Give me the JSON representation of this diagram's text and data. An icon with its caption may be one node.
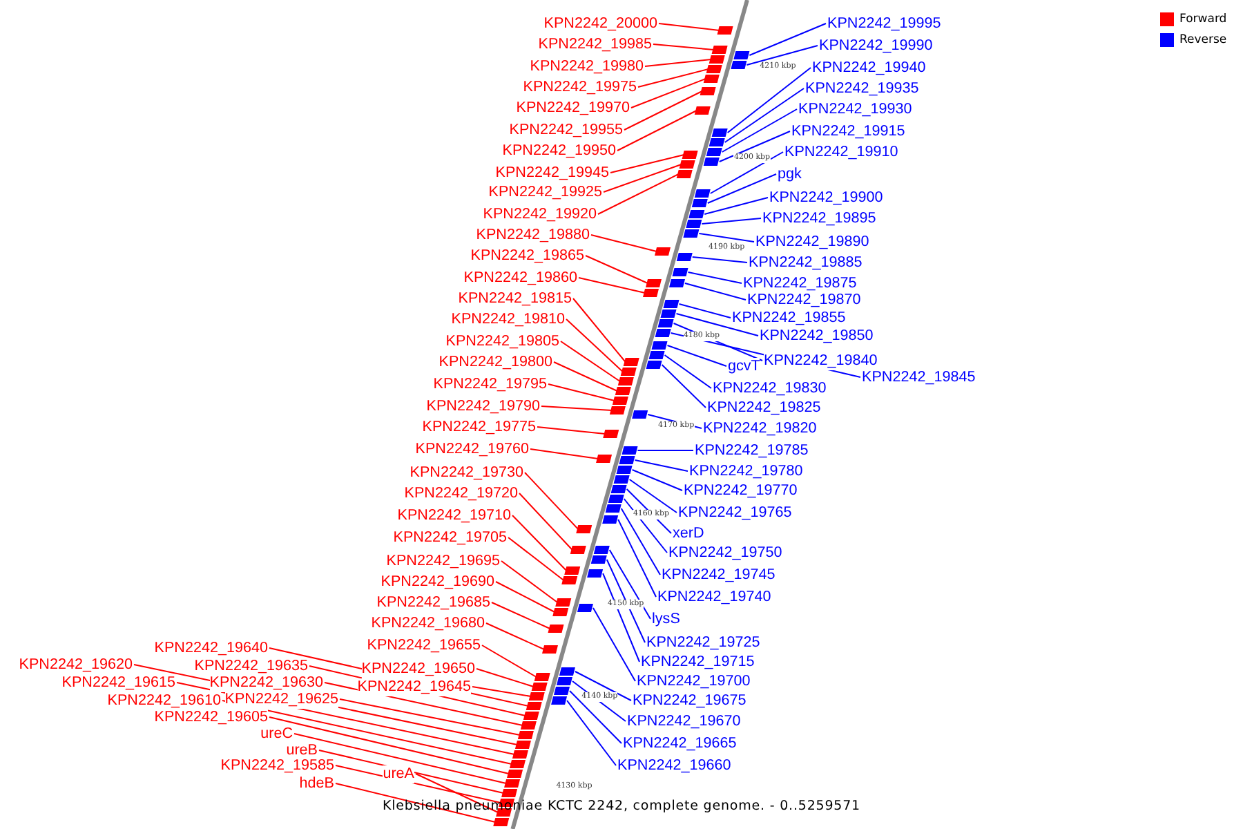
{
  "diagram": {
    "caption": "Klebsiella pneumoniae KCTC 2242, complete genome. - 0..5259571",
    "nodes": [
      {
        "text": [
          "KPN2242_20000"
        ]
      },
      {
        "text": [
          "KPN2242_19985"
        ]
      },
      {
        "text": [
          "KPN2242_19980"
        ]
      },
      {
        "text": [
          "KPN2242_19975"
        ]
      },
      {
        "text": [
          "KPN2242_19970"
        ]
      },
      {
        "text": [
          "KPN2242_19955"
        ]
      },
      {
        "text": [
          "KPN2242_19950"
        ]
      },
      {
        "text": [
          "KPN2242_19945"
        ]
      },
      {
        "text": [
          "KPN2242_19925"
        ]
      },
      {
        "text": [
          "KPN2242_19920"
        ]
      },
      {
        "text": [
          "KPN2242_19880"
        ]
      },
      {
        "text": [
          "KPN2242_19865"
        ]
      },
      {
        "text": [
          "KPN2242_19860"
        ]
      },
      {
        "text": [
          "KPN2242_19815"
        ]
      },
      {
        "text": [
          "KPN2242_19810"
        ]
      },
      {
        "text": [
          "KPN2242_19805"
        ]
      },
      {
        "text": [
          "KPN2242_19800"
        ]
      },
      {
        "text": [
          "KPN2242_19795"
        ]
      },
      {
        "text": [
          "KPN2242_19790"
        ]
      },
      {
        "text": [
          "KPN2242_19775"
        ]
      },
      {
        "text": [
          "KPN2242_19760"
        ]
      },
      {
        "text": [
          "KPN2242_19730"
        ]
      },
      {
        "text": [
          "KPN2242_19720"
        ]
      },
      {
        "text": [
          "KPN2242_19710"
        ]
      },
      {
        "text": [
          "KPN2242_19705"
        ]
      },
      {
        "text": [
          "KPN2242_19695"
        ]
      },
      {
        "text": [
          "KPN2242_19690"
        ]
      },
      {
        "text": [
          "KPN2242_19685"
        ]
      },
      {
        "text": [
          "KPN2242_19680"
        ]
      },
      {
        "text": [
          "KPN2242_19655"
        ]
      },
      {
        "text": [
          "KPN2242_19650"
        ]
      },
      {
        "text": [
          "KPN2242_19645"
        ]
      },
      {
        "text": [
          "KPN2242_19640"
        ]
      },
      {
        "text": [
          "KPN2242_19635"
        ]
      },
      {
        "text": [
          "KPN2242_19630"
        ]
      },
      {
        "text": [
          "KPN2242_19625"
        ]
      },
      {
        "text": [
          "KPN2242_19620"
        ]
      },
      {
        "text": [
          "KPN2242_19615"
        ]
      },
      {
        "text": [
          "KPN2242_19610"
        ]
      },
      {
        "text": [
          "KPN2242_19605"
        ]
      },
      {
        "text": [
          "ureC"
        ]
      },
      {
        "text": [
          "ureB"
        ]
      },
      {
        "text": [
          "KPN2242_19585"
        ]
      },
      {
        "text": [
          "ureA"
        ]
      },
      {
        "text": [
          "hdeB"
        ]
      },
      {
        "text": [
          "KPN2242_19995"
        ]
      },
      {
        "text": [
          "KPN2242_19990"
        ]
      },
      {
        "text": [
          "KPN2242_19940"
        ]
      },
      {
        "text": [
          "KPN2242_19935"
        ]
      },
      {
        "text": [
          "KPN2242_19930"
        ]
      },
      {
        "text": [
          "KPN2242_19915"
        ]
      },
      {
        "text": [
          "KPN2242_19910"
        ]
      },
      {
        "text": [
          "pgk"
        ]
      },
      {
        "text": [
          "KPN2242_19900"
        ]
      },
      {
        "text": [
          "KPN2242_19895"
        ]
      },
      {
        "text": [
          "KPN2242_19890"
        ]
      },
      {
        "text": [
          "KPN2242_19885"
        ]
      },
      {
        "text": [
          "KPN2242_19875"
        ]
      },
      {
        "text": [
          "KPN2242_19870"
        ]
      },
      {
        "text": [
          "KPN2242_19855"
        ]
      },
      {
        "text": [
          "KPN2242_19850"
        ]
      },
      {
        "text": [
          "KPN2242_19840"
        ]
      },
      {
        "text": [
          "KPN2242_19845"
        ]
      },
      {
        "text": [
          "gcvT"
        ]
      },
      {
        "text": [
          "KPN2242_19830"
        ]
      },
      {
        "text": [
          "KPN2242_19825"
        ]
      },
      {
        "text": [
          "KPN2242_19820"
        ]
      },
      {
        "text": [
          "KPN2242_19785"
        ]
      },
      {
        "text": [
          "KPN2242_19780"
        ]
      },
      {
        "text": [
          "KPN2242_19770"
        ]
      },
      {
        "text": [
          "KPN2242_19765"
        ]
      },
      {
        "text": [
          "xerD"
        ]
      },
      {
        "text": [
          "KPN2242_19750"
        ]
      },
      {
        "text": [
          "KPN2242_19745"
        ]
      },
      {
        "text": [
          "KPN2242_19740"
        ]
      },
      {
        "text": [
          "lysS"
        ]
      },
      {
        "text": [
          "KPN2242_19725"
        ]
      },
      {
        "text": [
          "KPN2242_19715"
        ]
      },
      {
        "text": [
          "KPN2242_19700"
        ]
      },
      {
        "text": [
          "KPN2242_19675"
        ]
      },
      {
        "text": [
          "KPN2242_19670"
        ]
      },
      {
        "text": [
          "KPN2242_19665"
        ]
      },
      {
        "text": [
          "KPN2242_19660"
        ]
      },
      {
        "text": [],
        "shape": "box"
      },
      {
        "text": [],
        "shape": "box"
      },
      {
        "text": [],
        "shape": "box"
      },
      {
        "text": [],
        "shape": "box"
      },
      {
        "text": [],
        "shape": "box"
      },
      {
        "text": [],
        "shape": "box"
      },
      {
        "text": [],
        "shape": "box"
      },
      {
        "text": [],
        "shape": "box"
      },
      {
        "text": [],
        "shape": "box"
      },
      {
        "text": [],
        "shape": "box"
      },
      {
        "text": [],
        "shape": "box"
      },
      {
        "text": [],
        "shape": "box"
      },
      {
        "text": [],
        "shape": "box"
      },
      {
        "text": [],
        "shape": "box"
      },
      {
        "text": [],
        "shape": "box"
      },
      {
        "text": [],
        "shape": "box"
      },
      {
        "text": [],
        "shape": "box"
      },
      {
        "text": [],
        "shape": "box"
      },
      {
        "text": [],
        "shape": "box"
      },
      {
        "text": [],
        "shape": "box"
      },
      {
        "text": [],
        "shape": "box"
      },
      {
        "text": [],
        "shape": "box"
      },
      {
        "text": [],
        "shape": "box"
      },
      {
        "text": [],
        "shape": "box"
      },
      {
        "text": [],
        "shape": "box"
      },
      {
        "text": [],
        "shape": "box"
      },
      {
        "text": [],
        "shape": "box"
      },
      {
        "text": [],
        "shape": "box"
      },
      {
        "text": [],
        "shape": "box"
      },
      {
        "text": [],
        "shape": "box"
      },
      {
        "text": [],
        "shape": "box"
      },
      {
        "text": [],
        "shape": "box"
      },
      {
        "text": [],
        "shape": "box"
      },
      {
        "text": [],
        "shape": "box"
      },
      {
        "text": [],
        "shape": "box"
      },
      {
        "text": [],
        "shape": "box"
      },
      {
        "text": [],
        "shape": "box"
      },
      {
        "text": [],
        "shape": "box"
      },
      {
        "text": [],
        "shape": "box"
      },
      {
        "text": [],
        "shape": "box"
      },
      {
        "text": [],
        "shape": "box"
      },
      {
        "text": [],
        "shape": "box"
      },
      {
        "text": [],
        "shape": "box"
      },
      {
        "text": [],
        "shape": "box"
      },
      {
        "text": [],
        "shape": "box"
      },
      {
        "text": [],
        "shape": "box"
      },
      {
        "text": [],
        "shape": "box"
      },
      {
        "text": [],
        "shape": "box"
      },
      {
        "text": [],
        "shape": "box"
      },
      {
        "text": [],
        "shape": "box"
      },
      {
        "text": [],
        "shape": "box"
      },
      {
        "text": [],
        "shape": "box"
      },
      {
        "text": [],
        "shape": "box"
      },
      {
        "text": [],
        "shape": "box"
      },
      {
        "text": [],
        "shape": "box"
      },
      {
        "text": [],
        "shape": "box"
      },
      {
        "text": [],
        "shape": "box"
      },
      {
        "text": [],
        "shape": "box"
      },
      {
        "text": [],
        "shape": "box"
      },
      {
        "text": [],
        "shape": "box"
      },
      {
        "text": [],
        "shape": "box"
      },
      {
        "text": [],
        "shape": "box"
      },
      {
        "text": [],
        "shape": "box"
      },
      {
        "text": [],
        "shape": "box"
      },
      {
        "text": [],
        "shape": "box"
      },
      {
        "text": [],
        "shape": "box"
      },
      {
        "text": [],
        "shape": "box"
      },
      {
        "text": [],
        "shape": "box"
      },
      {
        "text": [],
        "shape": "box"
      },
      {
        "text": [],
        "shape": "box"
      },
      {
        "text": [],
        "shape": "box"
      },
      {
        "text": [],
        "shape": "box"
      },
      {
        "text": [],
        "shape": "box"
      },
      {
        "text": [],
        "shape": "box"
      },
      {
        "text": [],
        "shape": "box"
      },
      {
        "text": [],
        "shape": "box"
      },
      {
        "text": [],
        "shape": "box"
      },
      {
        "text": [],
        "shape": "box"
      },
      {
        "text": [],
        "shape": "box"
      },
      {
        "text": [],
        "shape": "box"
      },
      {
        "text": [],
        "shape": "box"
      },
      {
        "text": [],
        "shape": "box"
      },
      {
        "text": [],
        "shape": "box"
      }
    ],
    "edges": [
      {
        "from": 0,
        "to": 83,
        "arrow": "none"
      },
      {
        "from": 1,
        "to": 84,
        "arrow": "none"
      },
      {
        "from": 2,
        "to": 85,
        "arrow": "none"
      },
      {
        "from": 3,
        "to": 86,
        "arrow": "none"
      },
      {
        "from": 4,
        "to": 87,
        "arrow": "none"
      },
      {
        "from": 5,
        "to": 88,
        "arrow": "none"
      },
      {
        "from": 6,
        "to": 89,
        "arrow": "none"
      },
      {
        "from": 7,
        "to": 90,
        "arrow": "none"
      },
      {
        "from": 8,
        "to": 91,
        "arrow": "none"
      },
      {
        "from": 9,
        "to": 92,
        "arrow": "none"
      },
      {
        "from": 10,
        "to": 93,
        "arrow": "none"
      },
      {
        "from": 11,
        "to": 94,
        "arrow": "none"
      },
      {
        "from": 12,
        "to": 95,
        "arrow": "none"
      },
      {
        "from": 13,
        "to": 96,
        "arrow": "none"
      },
      {
        "from": 14,
        "to": 97,
        "arrow": "none"
      },
      {
        "from": 15,
        "to": 98,
        "arrow": "none"
      },
      {
        "from": 16,
        "to": 99,
        "arrow": "none"
      },
      {
        "from": 17,
        "to": 100,
        "arrow": "none"
      },
      {
        "from": 18,
        "to": 101,
        "arrow": "none"
      },
      {
        "from": 19,
        "to": 102,
        "arrow": "none"
      },
      {
        "from": 20,
        "to": 103,
        "arrow": "none"
      },
      {
        "from": 21,
        "to": 104,
        "arrow": "none"
      },
      {
        "from": 22,
        "to": 105,
        "arrow": "none"
      },
      {
        "from": 23,
        "to": 106,
        "arrow": "none"
      },
      {
        "from": 24,
        "to": 107,
        "arrow": "none"
      },
      {
        "from": 25,
        "to": 108,
        "arrow": "none"
      },
      {
        "from": 26,
        "to": 109,
        "arrow": "none"
      },
      {
        "from": 27,
        "to": 110,
        "arrow": "none"
      },
      {
        "from": 28,
        "to": 111,
        "arrow": "none"
      },
      {
        "from": 29,
        "to": 112,
        "arrow": "none"
      },
      {
        "from": 30,
        "to": 113,
        "arrow": "none"
      },
      {
        "from": 31,
        "to": 114,
        "arrow": "none"
      },
      {
        "from": 32,
        "to": 115,
        "arrow": "none"
      },
      {
        "from": 33,
        "to": 116,
        "arrow": "none"
      },
      {
        "from": 34,
        "to": 117,
        "arrow": "none"
      },
      {
        "from": 35,
        "to": 118,
        "arrow": "none"
      },
      {
        "from": 36,
        "to": 119,
        "arrow": "none"
      },
      {
        "from": 37,
        "to": 120,
        "arrow": "none"
      },
      {
        "from": 38,
        "to": 121,
        "arrow": "none"
      },
      {
        "from": 39,
        "to": 122,
        "arrow": "none"
      },
      {
        "from": 40,
        "to": 123,
        "arrow": "none"
      },
      {
        "from": 41,
        "to": 124,
        "arrow": "none"
      },
      {
        "from": 42,
        "to": 125,
        "arrow": "none"
      },
      {
        "from": 43,
        "to": 126,
        "arrow": "none"
      },
      {
        "from": 44,
        "to": 127,
        "arrow": "none"
      },
      {
        "from": 45,
        "to": 128,
        "arrow": "none",
        "color": "#0000ff"
      },
      {
        "from": 46,
        "to": 129,
        "arrow": "none",
        "color": "#0000ff"
      },
      {
        "from": 47,
        "to": 130,
        "arrow": "none",
        "color": "#0000ff"
      },
      {
        "from": 48,
        "to": 131,
        "arrow": "none",
        "color": "#0000ff"
      },
      {
        "from": 49,
        "to": 132,
        "arrow": "none",
        "color": "#0000ff"
      },
      {
        "from": 50,
        "to": 133,
        "arrow": "none",
        "color": "#0000ff"
      },
      {
        "from": 51,
        "to": 134,
        "arrow": "none",
        "color": "#0000ff"
      },
      {
        "from": 52,
        "to": 135,
        "arrow": "none",
        "color": "#0000ff"
      },
      {
        "from": 53,
        "to": 136,
        "arrow": "none",
        "color": "#0000ff"
      },
      {
        "from": 54,
        "to": 137,
        "arrow": "none",
        "color": "#0000ff"
      },
      {
        "from": 55,
        "to": 138,
        "arrow": "none",
        "color": "#0000ff"
      },
      {
        "from": 56,
        "to": 139,
        "arrow": "none",
        "color": "#0000ff"
      },
      {
        "from": 57,
        "to": 140,
        "arrow": "none",
        "color": "#0000ff"
      },
      {
        "from": 58,
        "to": 141,
        "arrow": "none",
        "color": "#0000ff"
      },
      {
        "from": 59,
        "to": 142,
        "arrow": "none",
        "color": "#0000ff"
      },
      {
        "from": 60,
        "to": 143,
        "arrow": "none",
        "color": "#0000ff"
      },
      {
        "from": 61,
        "to": 144,
        "arrow": "none",
        "color": "#0000ff"
      },
      {
        "from": 62,
        "to": 145,
        "arrow": "none",
        "color": "#0000ff"
      },
      {
        "from": 63,
        "to": 146,
        "arrow": "none",
        "color": "#0000ff"
      },
      {
        "from": 64,
        "to": 147,
        "arrow": "none",
        "color": "#0000ff"
      },
      {
        "from": 65,
        "to": 148,
        "arrow": "none",
        "color": "#0000ff"
      },
      {
        "from": 66,
        "to": 149,
        "arrow": "none",
        "color": "#0000ff"
      },
      {
        "from": 67,
        "to": 150,
        "arrow": "none",
        "color": "#0000ff"
      },
      {
        "from": 68,
        "to": 151,
        "arrow": "none",
        "color": "#0000ff"
      },
      {
        "from": 69,
        "to": 152,
        "arrow": "none",
        "color": "#0000ff"
      },
      {
        "from": 70,
        "to": 153,
        "arrow": "none",
        "color": "#0000ff"
      },
      {
        "from": 71,
        "to": 154,
        "arrow": "none",
        "color": "#0000ff"
      },
      {
        "from": 72,
        "to": 155,
        "arrow": "none",
        "color": "#0000ff"
      },
      {
        "from": 73,
        "to": 156,
        "arrow": "none",
        "color": "#0000ff"
      },
      {
        "from": 74,
        "to": 157,
        "arrow": "none",
        "color": "#0000ff"
      },
      {
        "from": 75,
        "to": 158,
        "arrow": "none",
        "color": "#0000ff"
      },
      {
        "from": 76,
        "to": 159,
        "arrow": "none",
        "color": "#0000ff"
      },
      {
        "from": 77,
        "to": 160,
        "arrow": "none",
        "color": "#0000ff"
      },
      {
        "from": 78,
        "to": 161,
        "arrow": "none",
        "color": "#0000ff"
      },
      {
        "from": 79,
        "to": 162,
        "arrow": "none",
        "color": "#0000ff"
      },
      {
        "from": 80,
        "to": 163,
        "arrow": "none",
        "color": "#0000ff"
      },
      {
        "from": 81,
        "to": 164,
        "arrow": "none",
        "color": "#0000ff"
      },
      {
        "from": 82,
        "to": 165,
        "arrow": "none",
        "color": "#0000ff"
      }
    ],
    "labels": [
      "4210 kbp",
      "4200 kbp",
      "4190 kbp",
      "4180 kbp",
      "4170 kbp",
      "4160 kbp",
      "4150 kbp",
      "4140 kbp",
      "4130 kbp"
    ],
    "legend": [
      {
        "text": "Forward",
        "color": "#ff0000"
      },
      {
        "text": "Reverse",
        "color": "#0000ff"
      }
    ]
  }
}
